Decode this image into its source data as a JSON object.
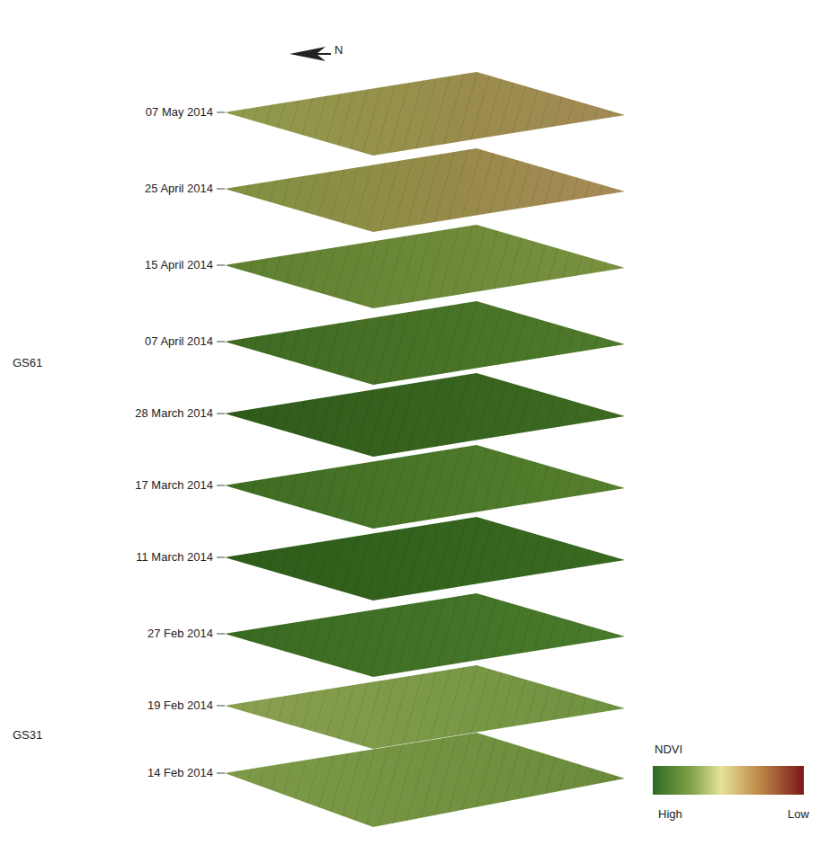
{
  "diagram": {
    "labels": [
      "N",
      "07 May 2014",
      "25 April 2014",
      "15 April 2014",
      "07 April 2014",
      "GS61",
      "28 March 2014",
      "17 March 2014",
      "11 March 2014",
      "27 Feb 2014",
      "19 Feb 2014",
      "GS31",
      "14 Feb 2014",
      "NDVI",
      "High",
      "Low"
    ]
  }
}
